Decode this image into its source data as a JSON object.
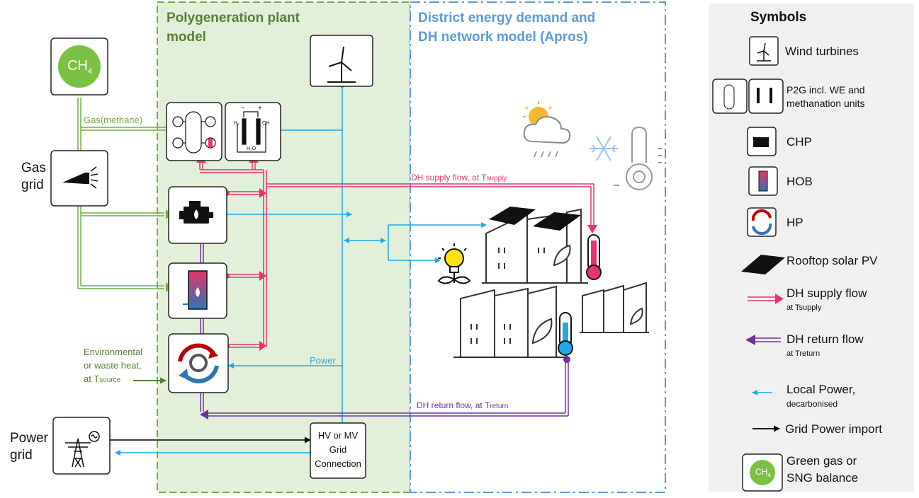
{
  "zones": {
    "plant_title": "Polygeneration plant\nmodel",
    "district_title": "District energy demand and\nDH network model (Apros)"
  },
  "nodes": {
    "ch4_text": "CH",
    "ch4_sub": "4",
    "gas_grid_label": "Gas\ngrid",
    "power_grid_label": "Power\ngrid",
    "grid_connection_label": "HV or MV\nGrid\nConnection"
  },
  "flows": {
    "gas_methane": "Gas(methane)",
    "env_heat_line1": "Environmental",
    "env_heat_line2": "or waste heat,",
    "env_heat_line3": "at T",
    "env_heat_sub": "source",
    "power": "Power",
    "dh_supply": "DH supply flow, at T",
    "dh_supply_sub": "supply",
    "dh_return": "DH return flow, at T",
    "dh_return_sub": "return"
  },
  "legend": {
    "title": "Symbols",
    "items": [
      {
        "label": "Wind turbines"
      },
      {
        "label": "P2G incl. WE and\nmethanation units"
      },
      {
        "label": "CHP"
      },
      {
        "label": "HOB"
      },
      {
        "label": "HP"
      },
      {
        "label": "Rooftop solar PV"
      },
      {
        "label": "DH supply flow",
        "sub": "at Tsupply"
      },
      {
        "label": "DH return flow",
        "sub": "at Treturn"
      },
      {
        "label": "Local Power,",
        "sub": "decarbonised"
      },
      {
        "label": "Grid Power import"
      },
      {
        "label": "Green gas or\nSNG balance"
      }
    ]
  },
  "colors": {
    "plant_bg": "#e2efd9",
    "plant_border": "#70ad47",
    "district_border": "#5b9bd5",
    "plant_title": "#548235",
    "district_title": "#5b9bd5",
    "gas_line": "#70ad47",
    "supply": "#e8336d",
    "return": "#7030a0",
    "power": "#1fa9e6",
    "grid_import": "#000000",
    "env_heat": "#548235"
  }
}
